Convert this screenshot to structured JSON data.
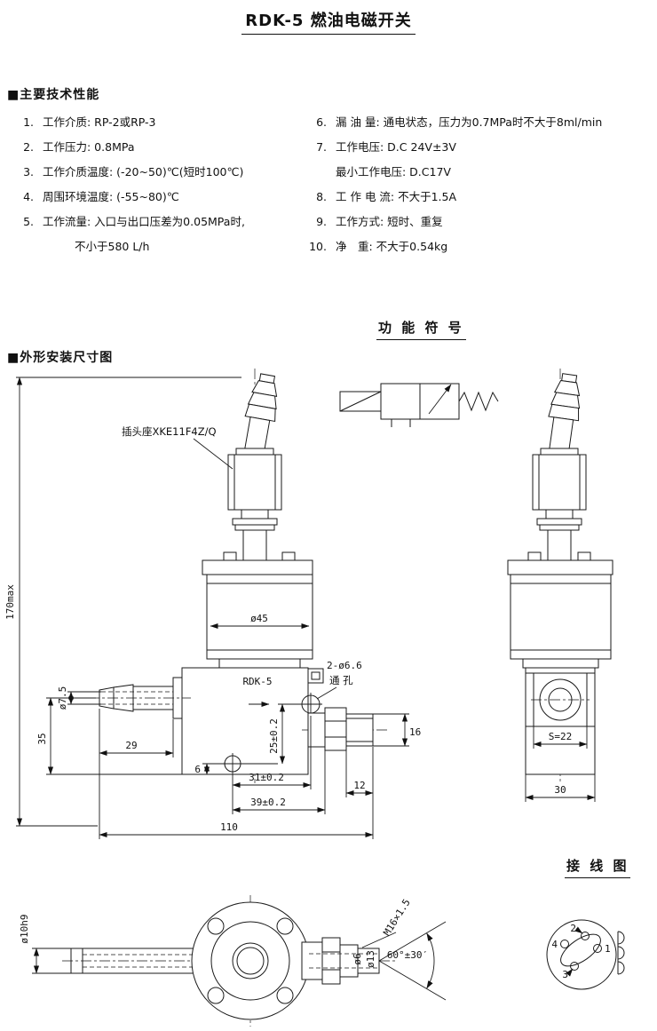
{
  "title": "RDK-5 燃油电磁开关",
  "headings": {
    "specs": "■主要技术性能",
    "dimensions": "■外形安装尺寸图",
    "function_symbol": "功 能 符 号",
    "wiring": "接 线 图"
  },
  "specs": {
    "left": [
      {
        "num": "1.",
        "text": "工作介质: RP-2或RP-3"
      },
      {
        "num": "2.",
        "text": "工作压力: 0.8MPa"
      },
      {
        "num": "3.",
        "text": "工作介质温度: (-20~50)℃(短时100℃)"
      },
      {
        "num": "4.",
        "text": "周围环境温度: (-55~80)℃"
      },
      {
        "num": "5.",
        "text": "工作流量: 入口与出口压差为0.05MPa时,"
      },
      {
        "num": "",
        "text": "不小于580 L/h"
      }
    ],
    "right": [
      {
        "num": "6.",
        "text": "漏 油 量: 通电状态，压力为0.7MPa时不大于8ml/min"
      },
      {
        "num": "7.",
        "text": "工作电压: D.C 24V±3V"
      },
      {
        "num": "",
        "text": "最小工作电压: D.C17V"
      },
      {
        "num": "8.",
        "text": "工 作 电 流: 不大于1.5A"
      },
      {
        "num": "9.",
        "text": "工作方式: 短时、重复"
      },
      {
        "num": "10.",
        "text": "净　重: 不大于0.54kg"
      }
    ]
  },
  "front_view": {
    "plug_label": "插头座XKE11F4Z/Q",
    "model": "RDK-5",
    "holes_label_line1": "2-ø6.6",
    "holes_label_line2": "通 孔",
    "dims": {
      "height": "170max",
      "coil_dia": "ø45",
      "port_bore": "ø7.5",
      "d35": "35",
      "d29": "29",
      "d6": "6",
      "d25": "25±0.2",
      "d16": "16",
      "d31": "31±0.2",
      "d12": "12",
      "d39": "39±0.2",
      "d110": "110"
    }
  },
  "side_view": {
    "dims": {
      "hex_flats": "S=22",
      "d30": "30"
    }
  },
  "bottom_view": {
    "dims": {
      "shaft_dia": "ø10h9",
      "thread": "M16×1.5",
      "bore_small": "ø6",
      "bore_large": "ø13",
      "cone_angle": "60°±30′"
    }
  },
  "wiring": {
    "pins": [
      "1",
      "2",
      "3",
      "4"
    ]
  }
}
